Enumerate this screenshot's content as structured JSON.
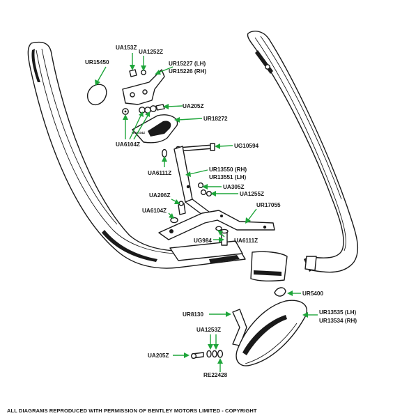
{
  "diagram": {
    "labels": {
      "ur15450": "UR15450",
      "ua153z": "UA153Z",
      "ua1252z_top": "UA1252Z",
      "ur15227": "UR15227 (LH)",
      "ur15226": "UR15226 (RH)",
      "ua205z_top": "UA205Z",
      "ur18272": "UR18272",
      "ua6104z_top": "UA6104Z",
      "ua6104z_small": "UA6104Z",
      "ug10594": "UG10594",
      "ua6111z_top": "UA6111Z",
      "ur13550": "UR13550 (RH)",
      "ur13551": "UR13551 (LH)",
      "ua305z": "UA305Z",
      "ua1255z": "UA1255Z",
      "ua206z": "UA206Z",
      "ur17055": "UR17055",
      "ua6104z_mid": "UA6104Z",
      "ug984": "UG984",
      "ua6111z_mid": "UA6111Z",
      "ur5400": "UR5400",
      "ur8130": "UR8130",
      "ur13535": "UR13535 (LH)",
      "ur13534": "UR13534 (RH)",
      "ua1253z": "UA1253Z",
      "ua205z_bottom": "UA205Z",
      "re22428": "RE22428"
    },
    "arrow_color": "#1ea53a",
    "ink_color": "#1a1a1a"
  },
  "footer": {
    "text": "ALL DIAGRAMS REPRODUCED WITH PERMISSION OF BENTLEY MOTORS LIMITED - COPYRIGHT"
  }
}
